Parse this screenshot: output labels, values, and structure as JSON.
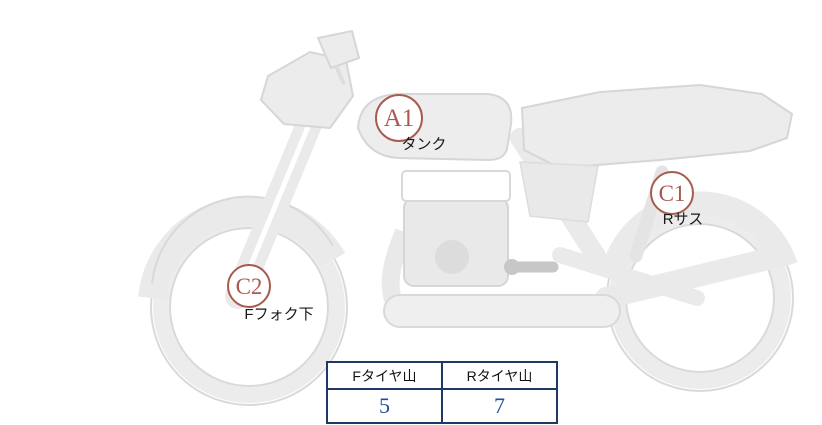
{
  "colors": {
    "marker_accent": "#a85a50",
    "table_border": "#1f3864",
    "tire_value_blue": "#1f4e9c",
    "bike_fill": "#ececec",
    "bike_line": "#d6d6d6"
  },
  "markers": [
    {
      "code": "A1",
      "label": "タンク"
    },
    {
      "code": "C1",
      "label": "Rサス"
    },
    {
      "code": "C2",
      "label": "Fフォク下"
    }
  ],
  "tire_table": {
    "headers": [
      "Fタイヤ山",
      "Rタイヤ山"
    ],
    "values": [
      "5",
      "7"
    ]
  }
}
